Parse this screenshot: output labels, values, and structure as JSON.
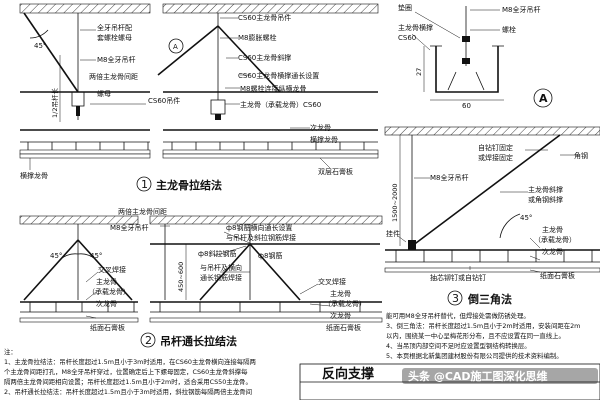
{
  "detail1": {
    "labels": {
      "full_thread_rod_with_nut": "全牙吊杆配",
      "bolt_nut": "套螺栓螺母",
      "m8_full_thread_rod": "M8全牙吊杆",
      "two_main_keel_spacing": "两倍主龙骨间距",
      "cs60_main_keel_hanger": "CS60主龙骨吊件",
      "m8_expansion_bolt": "M8膨胀螺栓",
      "cs60_main_keel_brace": "CS60主龙骨斜撑",
      "cs60_keel_through_set": "CS60主龙骨横撑通长设置",
      "m8_bolt_connect_keel": "M8螺栓连接纵横龙骨",
      "nut": "螺母",
      "cs60_hanger": "CS60吊件",
      "main_keel_bearing_cs60": "主龙骨（承载龙骨）CS60",
      "sub_keel": "次龙骨",
      "cross_keel": "横撑龙骨",
      "double_gypsum": "双层石膏板",
      "angle": "45°",
      "half_rod_length": "1/2吊杆长",
      "callout": "A"
    },
    "num": "1",
    "title": "主龙骨拉结法"
  },
  "detailA": {
    "labels": {
      "washer": "垫圈",
      "m8_full_thread_rod": "M8全牙吊杆",
      "main_keel_cross_brace": "主龙骨横撑",
      "cs60": "CS60",
      "bolt": "螺栓",
      "dim_27": "27",
      "dim_60": "60",
      "callout": "A"
    }
  },
  "detail2": {
    "labels": {
      "two_main_keel_spacing": "两倍主龙骨间距",
      "m8_full_thread_rod": "M8全牙吊杆",
      "phi8_rebar_through": "ф8钢筋横向通长设置",
      "welded_to_rod": "与吊杆及斜拉钢筋焊接",
      "phi8_diag_rebar": "ф8斜拉钢筋",
      "phi8_rebar": "ф8钢筋",
      "with_rod_cross": "与吊杆及横向",
      "through_rebar_weld": "通长钢筋焊接",
      "cross_weld": "交叉焊接",
      "main_keel": "主龙骨",
      "bearing_keel": "（承载龙骨）",
      "sub_keel": "次龙骨",
      "gypsum_board": "纸面石膏板",
      "dim_450_600": "450~600",
      "angle": "45°"
    },
    "num": "2",
    "title": "吊杆通长拉结法"
  },
  "detail3": {
    "labels": {
      "self_drill_fix": "自钻钉固定",
      "or_weld_fix": "或焊接固定",
      "angle_steel": "角钢",
      "m8_full_thread_rod": "M8全牙吊杆",
      "main_keel_brace": "主龙骨斜撑",
      "or_angle_brace": "或角钢斜撑",
      "hanger": "挂件",
      "main_keel": "主龙骨",
      "bearing_keel": "（承载龙骨）",
      "sub_keel": "次龙骨",
      "rivet_self_drill": "抽芯铆钉或自钻钉",
      "gypsum_board": "纸面石膏板",
      "dim_1500_2000": "1500~2000",
      "angle": "45°"
    },
    "num": "3",
    "title": "倒三角法"
  },
  "notes_left": [
    "注：",
    "1、主龙骨拉结法：吊杆长度超过1.5m且小于3m时适用，在CS60主龙骨横向连接每隔两",
    "   个主龙骨间距打孔，M8全牙吊杆穿过，位置确定后上下螺母固定，CS60主龙骨斜撑每",
    "   隔两倍主龙骨间距相向设置；吊杆长度超过1.5m且小于2m时，适合采用CS50主龙骨。",
    "2、吊杆通长拉结法：吊杆长度超过1.5m且小于3m时适用，斜拉钢筋每隔两倍主龙骨间"
  ],
  "notes_right": [
    "能可用M8全牙吊杆替代，但焊接处需做防锈处理。",
    "3、倒三角法：吊杆长度超过1.5m且小于2m时适用，安装间距在2m",
    "   以内，围绕某一中心呈梅花形分布，且不应设置在同一直线上。",
    "4、当吊顶内部空间不足时应设置型钢结构转换层。",
    "5、本页根据北新集团建材股份有限公司提供的技术资料编制。"
  ],
  "footer": {
    "title": "反向支撑",
    "watermark": "头条 @CAD施工图深化思维"
  }
}
